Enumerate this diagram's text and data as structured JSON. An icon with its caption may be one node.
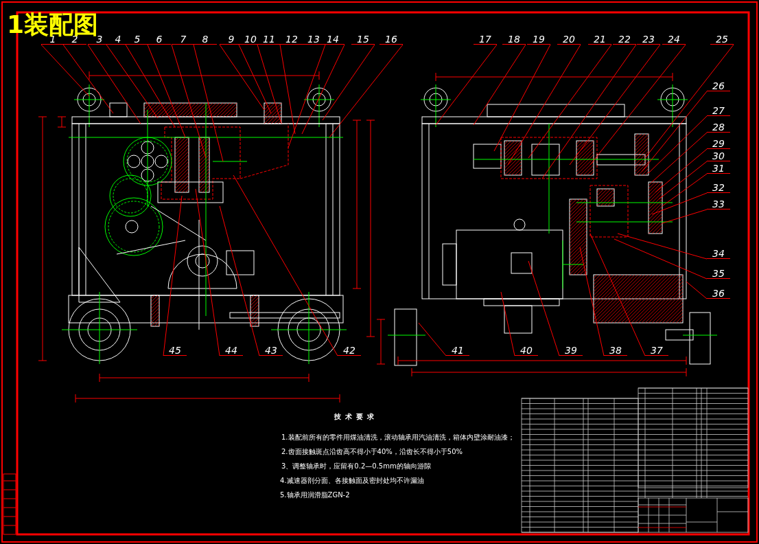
{
  "diagram": {
    "title": "1装配图",
    "nodes": [
      {
        "text": [
          "1"
        ]
      },
      {
        "text": [
          "2"
        ]
      },
      {
        "text": [
          "3"
        ]
      },
      {
        "text": [
          "4"
        ]
      },
      {
        "text": [
          "5"
        ]
      },
      {
        "text": [
          "6"
        ]
      },
      {
        "text": [
          "7"
        ]
      },
      {
        "text": [
          "8"
        ]
      },
      {
        "text": [
          "9"
        ]
      },
      {
        "text": [
          "10"
        ]
      },
      {
        "text": [
          "11"
        ]
      },
      {
        "text": [
          "12"
        ]
      },
      {
        "text": [
          "13"
        ]
      },
      {
        "text": [
          "14"
        ]
      },
      {
        "text": [
          "15"
        ]
      },
      {
        "text": [
          "16"
        ]
      },
      {
        "text": [
          "17"
        ]
      },
      {
        "text": [
          "18"
        ]
      },
      {
        "text": [
          "19"
        ]
      },
      {
        "text": [
          "20"
        ]
      },
      {
        "text": [
          "21"
        ]
      },
      {
        "text": [
          "22"
        ]
      },
      {
        "text": [
          "23"
        ]
      },
      {
        "text": [
          "24"
        ]
      },
      {
        "text": [
          "25"
        ]
      },
      {
        "text": [
          "26"
        ]
      },
      {
        "text": [
          "27"
        ]
      },
      {
        "text": [
          "28"
        ]
      },
      {
        "text": [
          "29"
        ]
      },
      {
        "text": [
          "30"
        ]
      },
      {
        "text": [
          "31"
        ]
      },
      {
        "text": [
          "32"
        ]
      },
      {
        "text": [
          "33"
        ]
      },
      {
        "text": [
          "34"
        ]
      },
      {
        "text": [
          "35"
        ]
      },
      {
        "text": [
          "36"
        ]
      },
      {
        "text": [
          "37"
        ]
      },
      {
        "text": [
          "38"
        ]
      },
      {
        "text": [
          "39"
        ]
      },
      {
        "text": [
          "40"
        ]
      },
      {
        "text": [
          "41"
        ]
      },
      {
        "text": [
          "42"
        ]
      },
      {
        "text": [
          "43"
        ]
      },
      {
        "text": [
          "44"
        ]
      },
      {
        "text": [
          "45"
        ]
      }
    ],
    "edges": [
      {
        "from": 0,
        "to": null,
        "arrow": "none"
      },
      {
        "from": 1,
        "to": null,
        "arrow": "none"
      },
      {
        "from": 2,
        "to": null,
        "arrow": "none"
      },
      {
        "from": 3,
        "to": null,
        "arrow": "none"
      },
      {
        "from": 4,
        "to": null,
        "arrow": "none"
      },
      {
        "from": 5,
        "to": null,
        "arrow": "none"
      },
      {
        "from": 6,
        "to": null,
        "arrow": "none"
      },
      {
        "from": 7,
        "to": null,
        "arrow": "none"
      },
      {
        "from": 8,
        "to": null,
        "arrow": "none"
      },
      {
        "from": 9,
        "to": null,
        "arrow": "none"
      },
      {
        "from": 10,
        "to": null,
        "arrow": "none"
      },
      {
        "from": 11,
        "to": null,
        "arrow": "none"
      },
      {
        "from": 12,
        "to": null,
        "arrow": "none"
      },
      {
        "from": 13,
        "to": null,
        "arrow": "none"
      },
      {
        "from": 14,
        "to": null,
        "arrow": "none"
      },
      {
        "from": 15,
        "to": null,
        "arrow": "none"
      },
      {
        "from": 16,
        "to": null,
        "arrow": "none"
      },
      {
        "from": 17,
        "to": null,
        "arrow": "none"
      },
      {
        "from": 18,
        "to": null,
        "arrow": "none"
      },
      {
        "from": 19,
        "to": null,
        "arrow": "none"
      },
      {
        "from": 20,
        "to": null,
        "arrow": "none"
      },
      {
        "from": 21,
        "to": null,
        "arrow": "none"
      },
      {
        "from": 22,
        "to": null,
        "arrow": "none"
      },
      {
        "from": 23,
        "to": null,
        "arrow": "none"
      },
      {
        "from": 24,
        "to": null,
        "arrow": "none"
      },
      {
        "from": 25,
        "to": null,
        "arrow": "none"
      },
      {
        "from": 26,
        "to": null,
        "arrow": "none"
      },
      {
        "from": 27,
        "to": null,
        "arrow": "none"
      },
      {
        "from": 28,
        "to": null,
        "arrow": "none"
      },
      {
        "from": 29,
        "to": null,
        "arrow": "none"
      },
      {
        "from": 30,
        "to": null,
        "arrow": "none"
      },
      {
        "from": 31,
        "to": null,
        "arrow": "none"
      },
      {
        "from": 32,
        "to": null,
        "arrow": "none"
      },
      {
        "from": 33,
        "to": null,
        "arrow": "none"
      },
      {
        "from": 34,
        "to": null,
        "arrow": "none"
      },
      {
        "from": 35,
        "to": null,
        "arrow": "none"
      },
      {
        "from": 36,
        "to": null,
        "arrow": "none"
      },
      {
        "from": 37,
        "to": null,
        "arrow": "none"
      },
      {
        "from": 38,
        "to": null,
        "arrow": "none"
      },
      {
        "from": 39,
        "to": null,
        "arrow": "none"
      },
      {
        "from": 40,
        "to": null,
        "arrow": "none"
      },
      {
        "from": 41,
        "to": null,
        "arrow": "none"
      },
      {
        "from": 42,
        "to": null,
        "arrow": "none"
      },
      {
        "from": 43,
        "to": null,
        "arrow": "none"
      },
      {
        "from": 44,
        "to": null,
        "arrow": "none"
      }
    ],
    "labels": [
      "技术要求",
      "1.装配前所有的零件用煤油清洗，滚动轴承用汽油清洗，箱体内壁涂耐油漆；",
      "2.齿面接触斑点沿齿高不得小于40%，沿齿长不得小于50%",
      "3、调整轴承时，应留有0.2—0.5mm的轴向游隙",
      "4.减速器剖分面、各接触面及密封处均不许漏油",
      "5.轴承用润滑脂ZGN-2"
    ]
  }
}
